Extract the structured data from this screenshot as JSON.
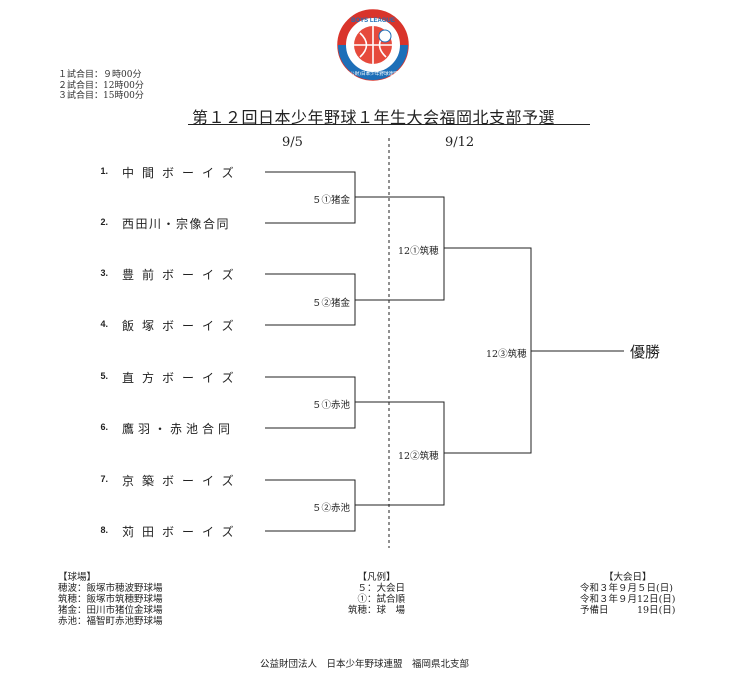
{
  "logo": {
    "top_text": "BOYS LEAGUE",
    "bottom_text": "(公財)日本少年野球連盟",
    "colors": {
      "ring_red": "#d9342b",
      "ring_blue": "#1d6fb8",
      "globe": "#e64a3c"
    }
  },
  "start_times": [
    "１試合目：９時00分",
    "２試合目：12時00分",
    "３試合目：15時00分"
  ],
  "title": "第１２回日本少年野球１年生大会福岡北支部予選",
  "dates": {
    "round1": "9/5",
    "round2": "9/12"
  },
  "teams": [
    {
      "num": "1.",
      "name": "中間ボーイズ"
    },
    {
      "num": "2.",
      "name": "西田川・宗像合同"
    },
    {
      "num": "3.",
      "name": "豊前ボーイズ"
    },
    {
      "num": "4.",
      "name": "飯塚ボーイズ"
    },
    {
      "num": "5.",
      "name": "直方ボーイズ"
    },
    {
      "num": "6.",
      "name": "鷹羽・赤池合同"
    },
    {
      "num": "7.",
      "name": "京築ボーイズ"
    },
    {
      "num": "8.",
      "name": "苅田ボーイズ"
    }
  ],
  "matches": {
    "r1": [
      "５①猪金",
      "５②猪金",
      "５①赤池",
      "５②赤池"
    ],
    "r2": [
      "12①筑穂",
      "12②筑穂"
    ],
    "final": "12③筑穂"
  },
  "champion": "優勝",
  "venues": {
    "heading": "【球場】",
    "items": [
      "穂波：飯塚市穂波野球場",
      "筑穂：飯塚市筑穂野球場",
      "猪金：田川市猪位金球場",
      "赤池：福智町赤池野球場"
    ]
  },
  "legend": {
    "heading": "【凡例】",
    "items": [
      "５：大会日",
      "①：試合順",
      "筑穂：球　場"
    ]
  },
  "schedule": {
    "heading": "【大会日】",
    "items": [
      "令和３年９月５日(日)",
      "令和３年９月12日(日)",
      "予備日　　　19日(日)"
    ]
  },
  "footer": "公益財団法人　日本少年野球連盟　福岡県北支部"
}
